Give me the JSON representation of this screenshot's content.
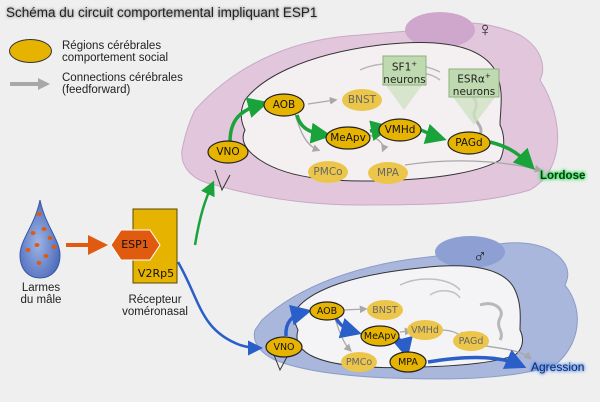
{
  "title": "Schéma du circuit comportemental impliquant ESP1",
  "legend": {
    "regions_line1": "Régions cérébrales",
    "regions_line2": "comportement social",
    "connections_line1": "Connections cérébrales",
    "connections_line2": "(feedforward)"
  },
  "source": {
    "tears_line1": "Larmes",
    "tears_line2": "du mâle",
    "ligand": "ESP1",
    "receptor": "V2Rp5",
    "receptor_caption_line1": "Récepteur",
    "receptor_caption_line2": "voméronasal"
  },
  "female": {
    "symbol": "♀",
    "regions": {
      "vno": "VNO",
      "aob": "AOB",
      "bnst": "BNST",
      "meapv": "MeApv",
      "vmhd": "VMHd",
      "pagd": "PAGd",
      "pmco": "PMCo",
      "mpa": "MPA"
    },
    "neuron_boxes": [
      {
        "name": "SF1",
        "sup": "+",
        "line2": "neurons"
      },
      {
        "name": "ESRα",
        "sup": "+",
        "line2": "neurons"
      }
    ],
    "outcome": "Lordose"
  },
  "male": {
    "symbol": "♂",
    "regions": {
      "vno": "VNO",
      "aob": "AOB",
      "bnst": "BNST",
      "meapv": "MeApv",
      "vmhd": "VMHd",
      "pagd": "PAGd",
      "pmco": "PMCo",
      "mpa": "MPA"
    },
    "outcome": "Agression"
  },
  "colors": {
    "region_active": "#e6b400",
    "region_inactive": "#ecc64a",
    "female_head": "#e2c6dc",
    "male_head": "#a9b7dc",
    "female_path": "#1aa33a",
    "male_path": "#2a5ec8",
    "ligand": "#e05a10",
    "neuron_box": "#bfd9b0",
    "connection": "#a8a8a8"
  }
}
